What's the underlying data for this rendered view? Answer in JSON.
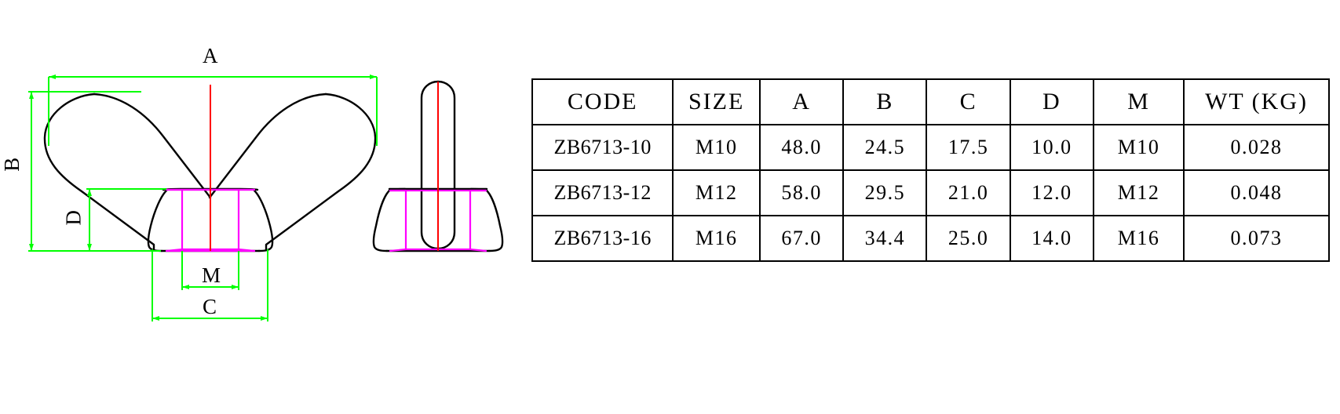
{
  "drawing": {
    "title_hint": "wing-nut-engineering-drawing",
    "colors": {
      "outline": "#000000",
      "dimension": "#00ff00",
      "hidden_thread": "#ff00ff",
      "centerline": "#ff0000"
    },
    "dimension_labels": [
      {
        "id": "A",
        "label": "A",
        "orientation": "horizontal",
        "view": "front",
        "position": "top"
      },
      {
        "id": "B",
        "label": "B",
        "orientation": "vertical",
        "view": "front",
        "position": "left-outer"
      },
      {
        "id": "D",
        "label": "D",
        "orientation": "vertical",
        "view": "front",
        "position": "left-inner"
      },
      {
        "id": "M",
        "label": "M",
        "orientation": "horizontal",
        "view": "front",
        "position": "bottom-inner"
      },
      {
        "id": "C",
        "label": "C",
        "orientation": "horizontal",
        "view": "front",
        "position": "bottom-outer"
      }
    ]
  },
  "table": {
    "headers": [
      "CODE",
      "SIZE",
      "A",
      "B",
      "C",
      "D",
      "M",
      "WT (KG)"
    ],
    "rows": [
      {
        "code": "ZB6713-10",
        "size": "M10",
        "a": "48.0",
        "b": "24.5",
        "c": "17.5",
        "d": "10.0",
        "m": "M10",
        "wt": "0.028"
      },
      {
        "code": "ZB6713-12",
        "size": "M12",
        "a": "58.0",
        "b": "29.5",
        "c": "21.0",
        "d": "12.0",
        "m": "M12",
        "wt": "0.048"
      },
      {
        "code": "ZB6713-16",
        "size": "M16",
        "a": "67.0",
        "b": "34.4",
        "c": "25.0",
        "d": "14.0",
        "m": "M16",
        "wt": "0.073"
      }
    ]
  }
}
